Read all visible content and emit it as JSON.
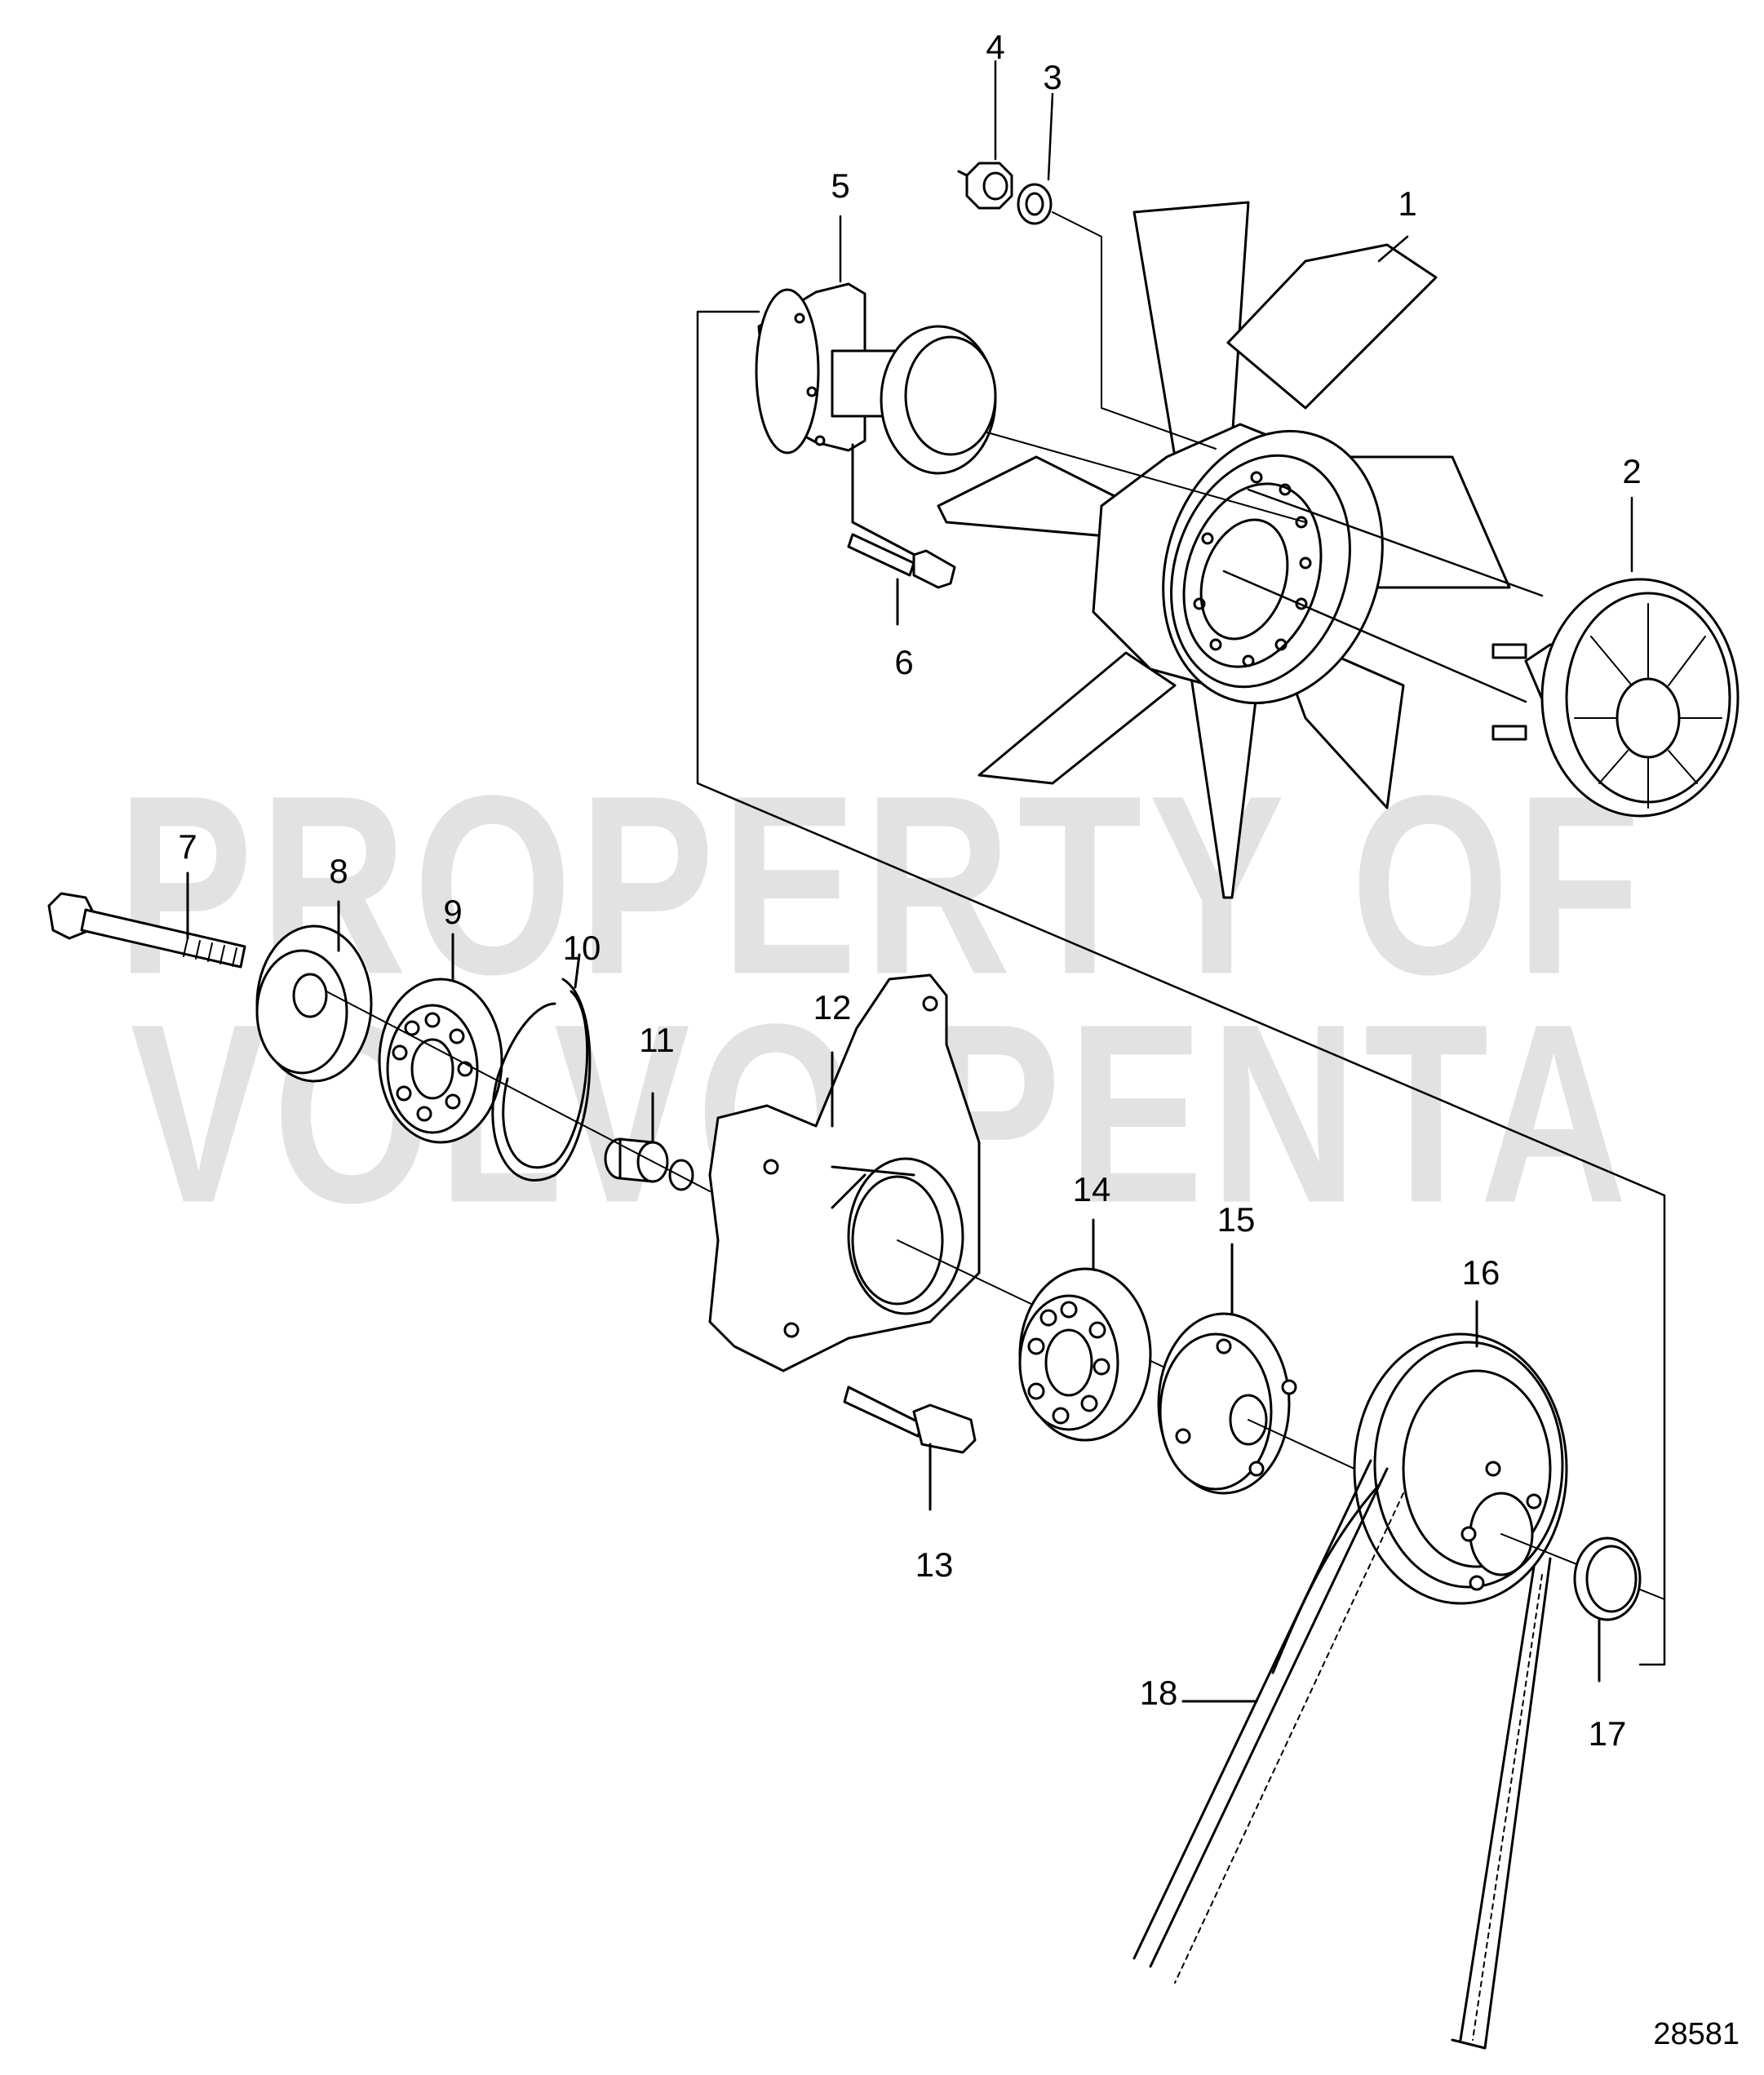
{
  "watermark": {
    "line1": "PROPERTY OF",
    "line2": "VOLVO PENTA"
  },
  "figure_number": "28581",
  "callouts": [
    "1",
    "2",
    "3",
    "4",
    "5",
    "6",
    "7",
    "8",
    "9",
    "10",
    "11",
    "12",
    "13",
    "14",
    "15",
    "16",
    "17",
    "18"
  ]
}
